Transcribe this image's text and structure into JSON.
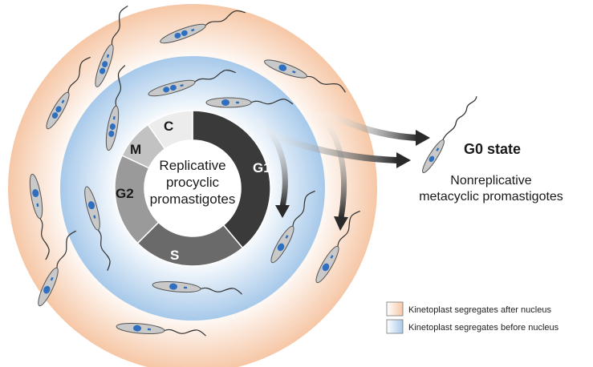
{
  "center": {
    "line1": "Replicative",
    "line2": "procyclic",
    "line3": "promastigotes"
  },
  "phases": {
    "g1": "G1",
    "s": "S",
    "g2": "G2",
    "m": "M",
    "c": "C"
  },
  "g0": {
    "title": "G0 state",
    "line1": "Nonreplicative",
    "line2": "metacyclic promastigotes"
  },
  "legend": {
    "items": [
      {
        "label": "Kinetoplast segregates after nucleus",
        "color": "#f7c9a8"
      },
      {
        "label": "Kinetoplast segregates before nucleus",
        "color": "#a9cdf0"
      }
    ]
  },
  "colors": {
    "outer_ring": "#f6c7a6",
    "inner_ring": "#a7c9ea",
    "g1": "#3a3a3a",
    "s": "#6a6a6a",
    "g2": "#9a9a9a",
    "m": "#c2c2c2",
    "c": "#ececec",
    "nucleus": "#2f6fbf",
    "cell": "#c9c9c9"
  },
  "icons": {
    "arrows": "curved-arrow-icon",
    "parasite": "promastigote-icon"
  }
}
